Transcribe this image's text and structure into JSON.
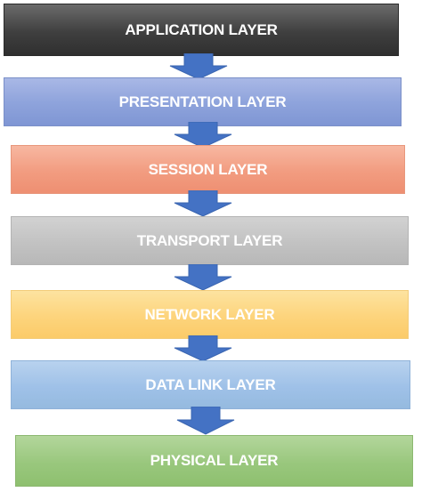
{
  "layers": [
    {
      "label": "APPLICATION LAYER"
    },
    {
      "label": "PRESENTATION LAYER"
    },
    {
      "label": "SESSION LAYER"
    },
    {
      "label": "TRANSPORT LAYER"
    },
    {
      "label": "NETWORK LAYER"
    },
    {
      "label": "DATA LINK LAYER"
    },
    {
      "label": "PHYSICAL LAYER"
    }
  ],
  "colors": {
    "application": "#3f3f3f",
    "presentation": "#8fa4dc",
    "session": "#f29c80",
    "transport": "#c2c2c2",
    "network": "#fdd47c",
    "datalink": "#9fc1e8",
    "physical": "#99c77d",
    "arrow": "#4472c4"
  }
}
